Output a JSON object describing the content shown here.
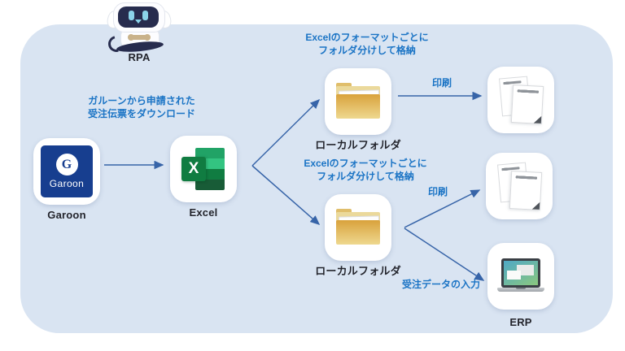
{
  "diagram": {
    "rpa": {
      "label": "RPA"
    },
    "garoon": {
      "label": "Garoon",
      "tile_letter": "G",
      "tile_text": "Garoon"
    },
    "excel": {
      "label": "Excel",
      "tile_letter": "X"
    },
    "folder_top": {
      "label": "ローカルフォルダ"
    },
    "folder_bottom": {
      "label": "ローカルフォルダ"
    },
    "erp": {
      "label": "ERP"
    },
    "notes": {
      "download_line1": "ガルーンから申請された",
      "download_line2": "受注伝票をダウンロード",
      "store_top_line1": "Excelのフォーマットごとに",
      "store_top_line2": "フォルダ分けして格納",
      "store_bottom_line1": "Excelのフォーマットごとに",
      "store_bottom_line2": "フォルダ分けして格納",
      "print_top": "印刷",
      "print_bottom": "印刷",
      "erp_input": "受注データの入力"
    },
    "colors": {
      "canvas_blue": "#D9E4F2",
      "note_blue": "#1B74C5",
      "arrow_blue": "#3764A8",
      "garoon_navy": "#173E8F",
      "excel_green": "#107C41",
      "folder_yellow": "#DFA63E",
      "label_dark": "#23242C"
    }
  }
}
